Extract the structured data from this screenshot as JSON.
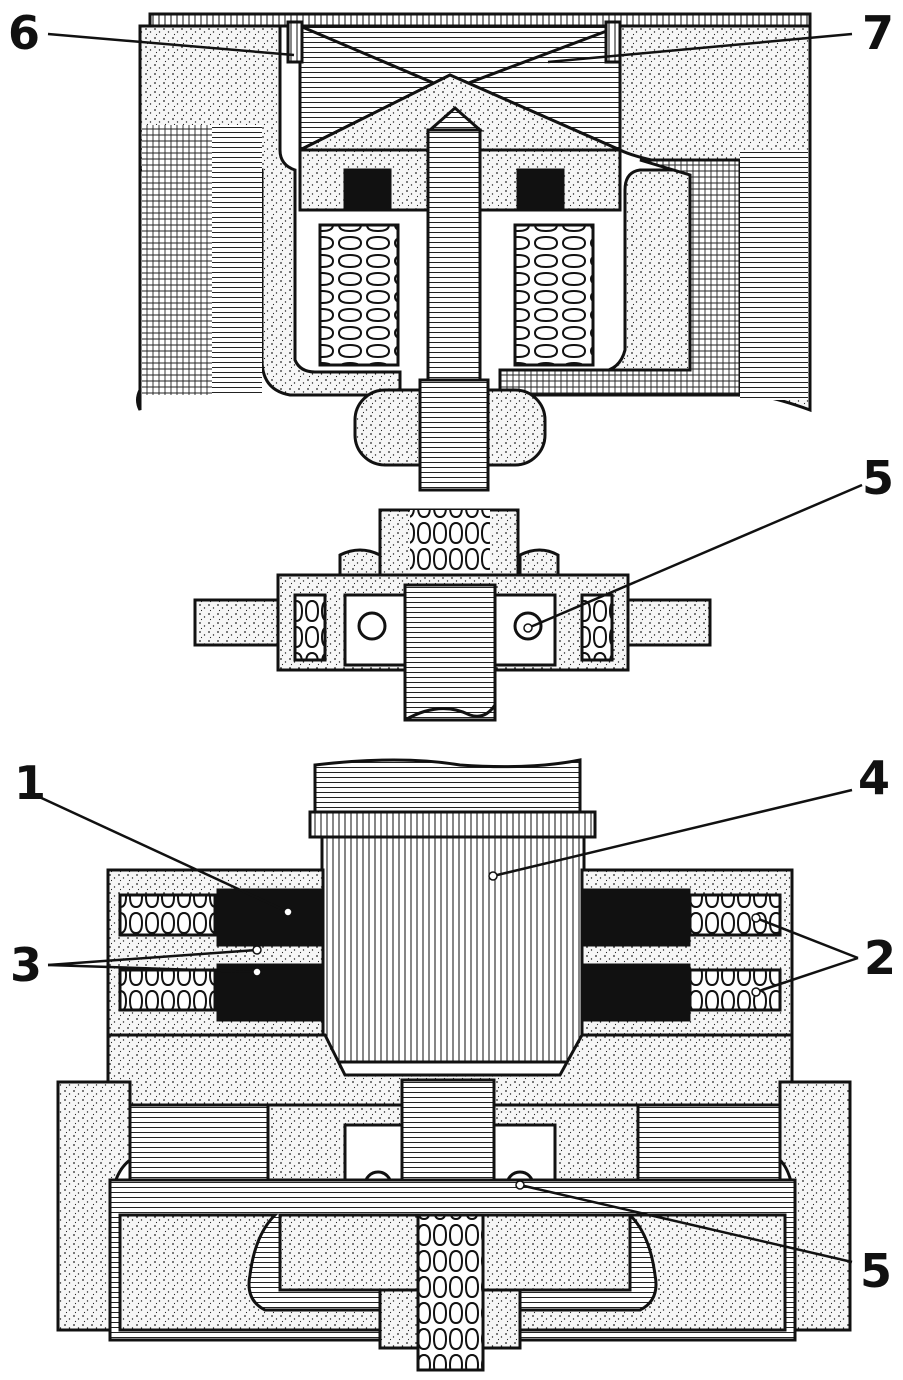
{
  "colors": {
    "ink": "#111111",
    "paper": "#ffffff",
    "stipple_fill": "#f4f4f4"
  },
  "callouts": {
    "c1": "1",
    "c2": "2",
    "c3": "3",
    "c4": "4",
    "c5_upper": "5",
    "c5_lower": "5",
    "c6": "6",
    "c7": "7"
  }
}
